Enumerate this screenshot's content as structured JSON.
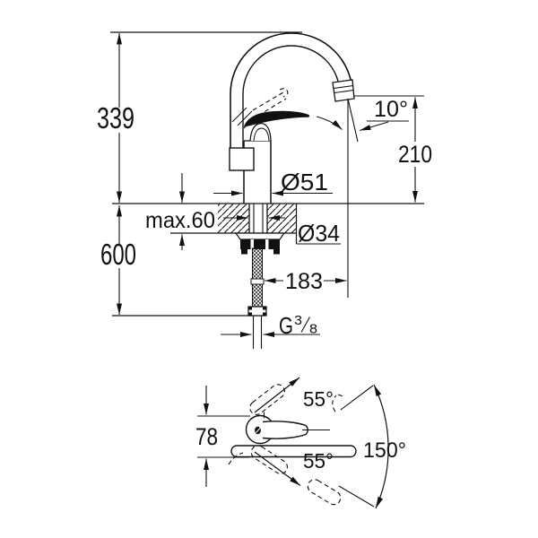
{
  "diagram": {
    "type": "technical-dimension-drawing",
    "subject": "single-lever high-spout kitchen mixer tap, side elevation and plan view",
    "colors": {
      "line": "#111111",
      "background": "#ffffff"
    },
    "labels": {
      "height_above_deck": "339",
      "clearance_below_deck": "600",
      "deck_thickness_max": "max.60",
      "base_diameter": "Ø51",
      "hole_diameter": "Ø34",
      "spout_reach": "183",
      "spout_outlet_height": "210",
      "spout_outlet_angle": "10°",
      "thread_prefix": "G",
      "thread_numerator": "3",
      "thread_denominator": "8",
      "body_depth": "78",
      "lever_swing_up": "55°",
      "lever_swing_down": "55°",
      "spout_swivel_range": "150°"
    }
  }
}
